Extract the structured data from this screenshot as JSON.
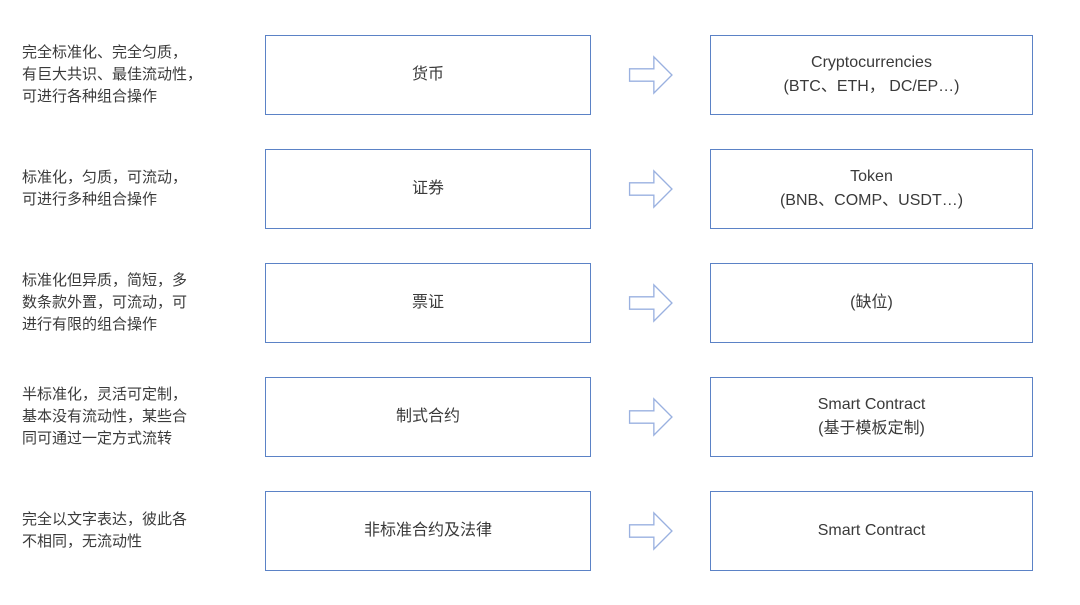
{
  "colors": {
    "box_border": "#5b82c6",
    "arrow_stroke": "#9ab1e0",
    "text": "#3a3a3a"
  },
  "rows": [
    {
      "description": "完全标准化、完全匀质，\n有巨大共识、最佳流动性，\n可进行各种组合操作",
      "source": "货币",
      "target": "Cryptocurrencies\n(BTC、ETH， DC/EP…)"
    },
    {
      "description": "标准化，匀质，可流动，\n可进行多种组合操作",
      "source": "证券",
      "target": "Token\n(BNB、COMP、USDT…)"
    },
    {
      "description": "标准化但异质，简短，多\n数条款外置，可流动，可\n进行有限的组合操作",
      "source": "票证",
      "target": "(缺位)"
    },
    {
      "description": "半标准化，灵活可定制，\n基本没有流动性，某些合\n同可通过一定方式流转",
      "source": "制式合约",
      "target": "Smart Contract\n(基于模板定制)"
    },
    {
      "description": "完全以文字表达，彼此各\n不相同，无流动性",
      "source": "非标准合约及法律",
      "target": "Smart Contract"
    }
  ]
}
